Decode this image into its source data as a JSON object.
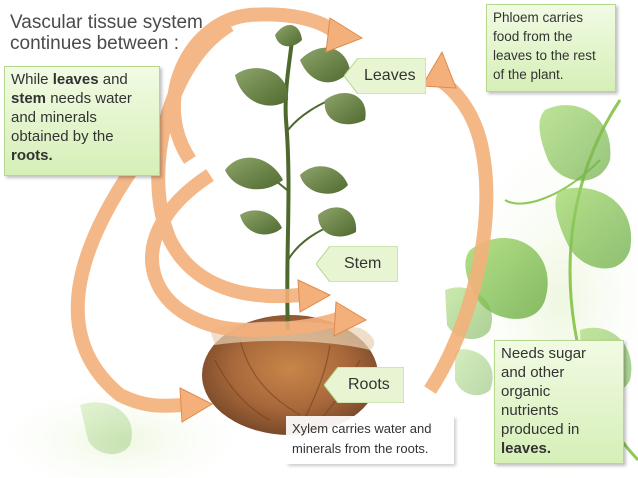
{
  "title": {
    "line1": "Vascular tissue system",
    "line2": "continues between :"
  },
  "leaves_stem_note": {
    "prefix": "While ",
    "bold1": "leaves",
    "mid1": " and",
    "bold2": "stem",
    "mid2": " needs water and minerals obtained by the",
    "bold3": "roots."
  },
  "phloem_note": {
    "line1": "Phloem carries",
    "line2": "food from the",
    "line3": "leaves to the rest",
    "line4": "of the plant."
  },
  "xylem_note": {
    "line1": "Xylem carries water and",
    "line2": "minerals from the roots."
  },
  "needs_note": {
    "line1": "Needs sugar",
    "line2": "and other",
    "line3": "organic",
    "line4": "nutrients",
    "line5": "produced in",
    "bold": "leaves."
  },
  "labels": {
    "leaves": "Leaves",
    "stem": "Stem",
    "roots": "Roots"
  },
  "colors": {
    "arrow": "#f3b07a",
    "arrow_dark": "#e08a4c",
    "note_green": "#d6efb7",
    "leaf_green": "#5fae2a"
  }
}
